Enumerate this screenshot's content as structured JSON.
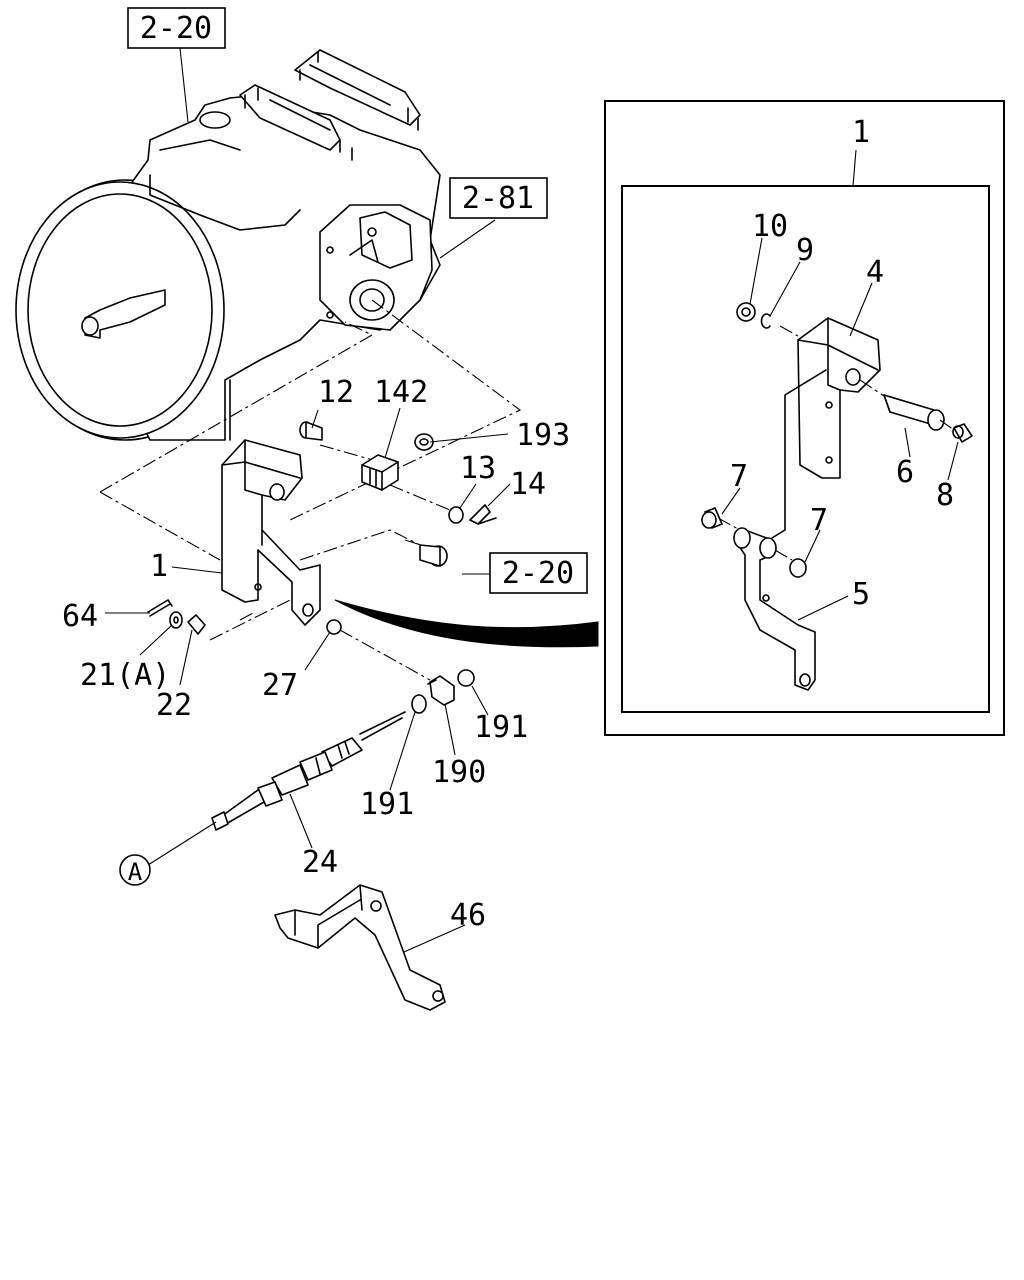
{
  "diagram": {
    "refs": {
      "top_left": "2-20",
      "mid_right": "2-81",
      "lower": "2-20"
    },
    "inset_title": "1",
    "callouts": {
      "p1": "1",
      "p12": "12",
      "p142": "142",
      "p193": "193",
      "p13": "13",
      "p14": "14",
      "p64": "64",
      "p21a": "21(A)",
      "p22": "22",
      "p27": "27",
      "p191a": "191",
      "p191b": "191",
      "p190": "190",
      "p24": "24",
      "p46": "46",
      "circleA": "A"
    },
    "inset_callouts": {
      "p10": "10",
      "p9": "9",
      "p4": "4",
      "p6": "6",
      "p8": "8",
      "p7a": "7",
      "p7b": "7",
      "p5": "5"
    },
    "line_color": "#000000",
    "background": "#ffffff"
  }
}
